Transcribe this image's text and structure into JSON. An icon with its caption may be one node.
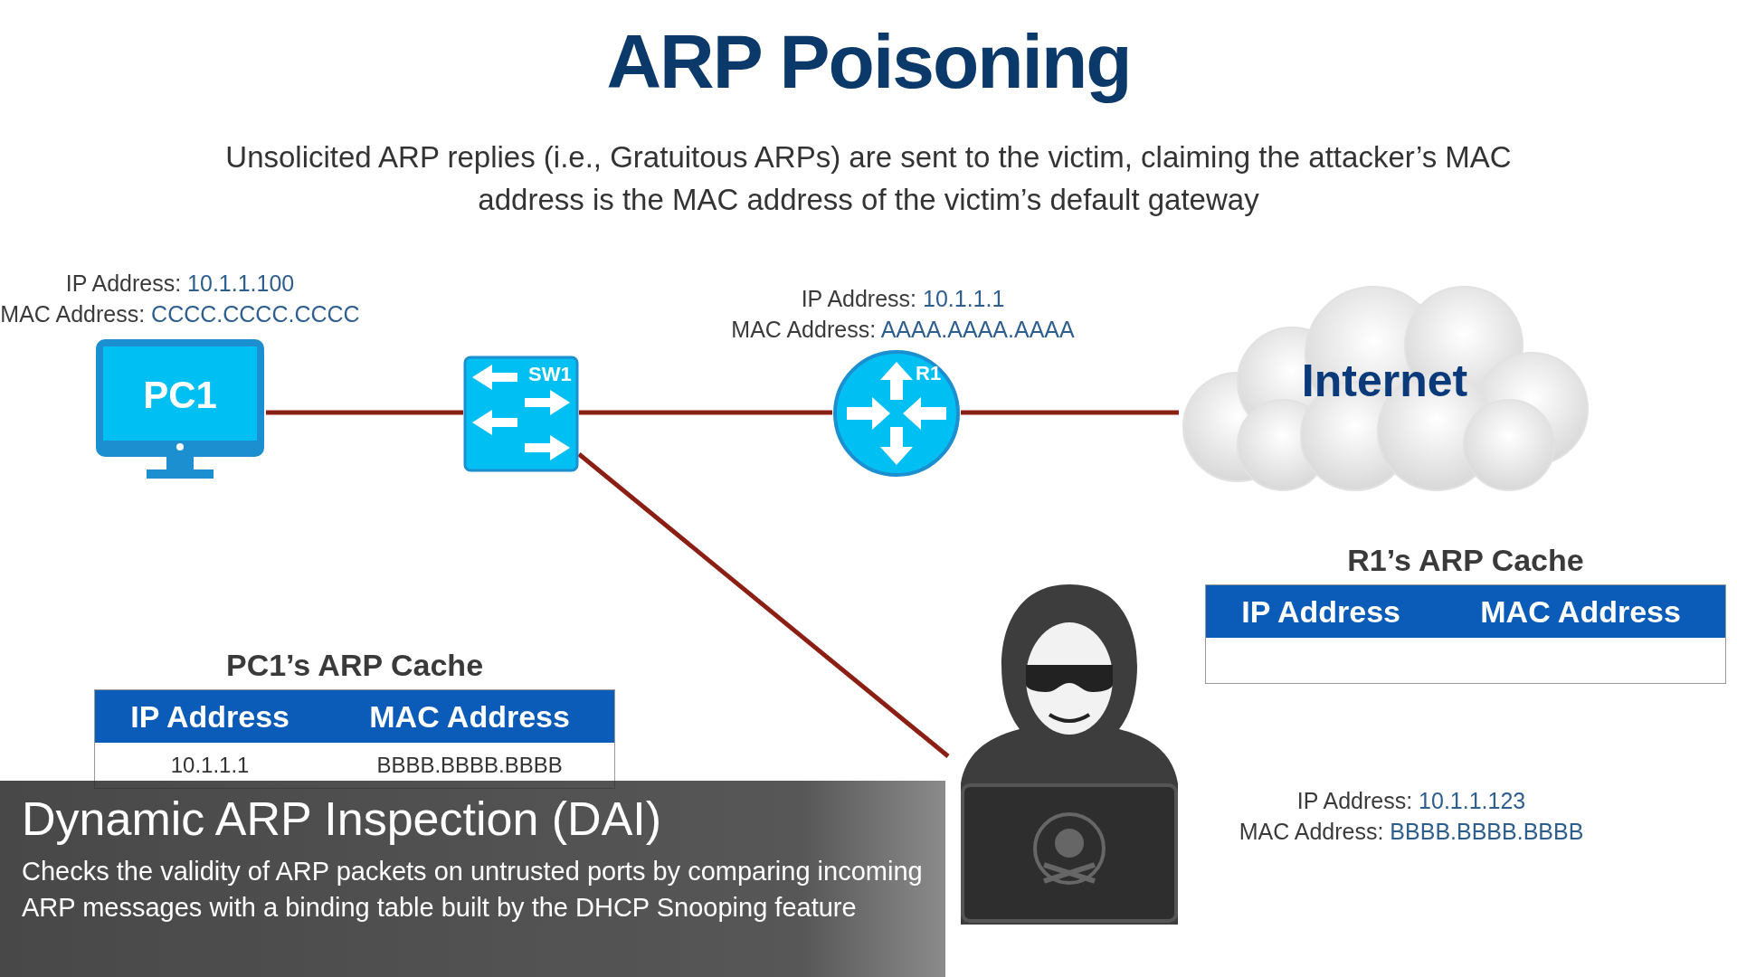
{
  "diagram": {
    "title": "ARP Poisoning",
    "nodes": [
      {
        "text": [
          "PC1"
        ],
        "beside": [
          "IP Address: 10.1.1.100",
          "MAC Address: CCCC.CCCC.CCCC"
        ]
      },
      {
        "text": [
          "SW1"
        ]
      },
      {
        "text": [
          "R1"
        ],
        "beside": [
          "IP Address: 10.1.1.1",
          "MAC Address: AAAA.AAAA.AAAA"
        ]
      },
      {
        "text": [
          "Internet"
        ]
      },
      {
        "text": [],
        "shape": "person",
        "beside": [
          "IP Address: 10.1.1.123",
          "MAC Address: BBBB.BBBB.BBBB"
        ]
      }
    ],
    "edges": [
      {
        "from": 0,
        "to": 1,
        "arrow": "none"
      },
      {
        "from": 1,
        "to": 2,
        "arrow": "none"
      },
      {
        "from": 2,
        "to": 3,
        "arrow": "none"
      },
      {
        "from": 1,
        "to": 4,
        "arrow": "none"
      }
    ],
    "labels": [
      "Unsolicited ARP replies (i.e., Gratuitous ARPs) are sent to the victim, claiming the attacker’s MAC address is the MAC address of the victim’s default gateway",
      "PC1’s ARP Cache",
      "IP Address",
      "MAC Address",
      "10.1.1.1",
      "BBBB.BBBB.BBBB",
      "R1’s ARP Cache",
      "IP Address",
      "MAC Address",
      "Dynamic ARP Inspection (DAI)",
      "Checks the validity of ARP packets on untrusted ports by comparing incoming ARP messages with a binding table built by the DHCP Snooping feature"
    ]
  }
}
